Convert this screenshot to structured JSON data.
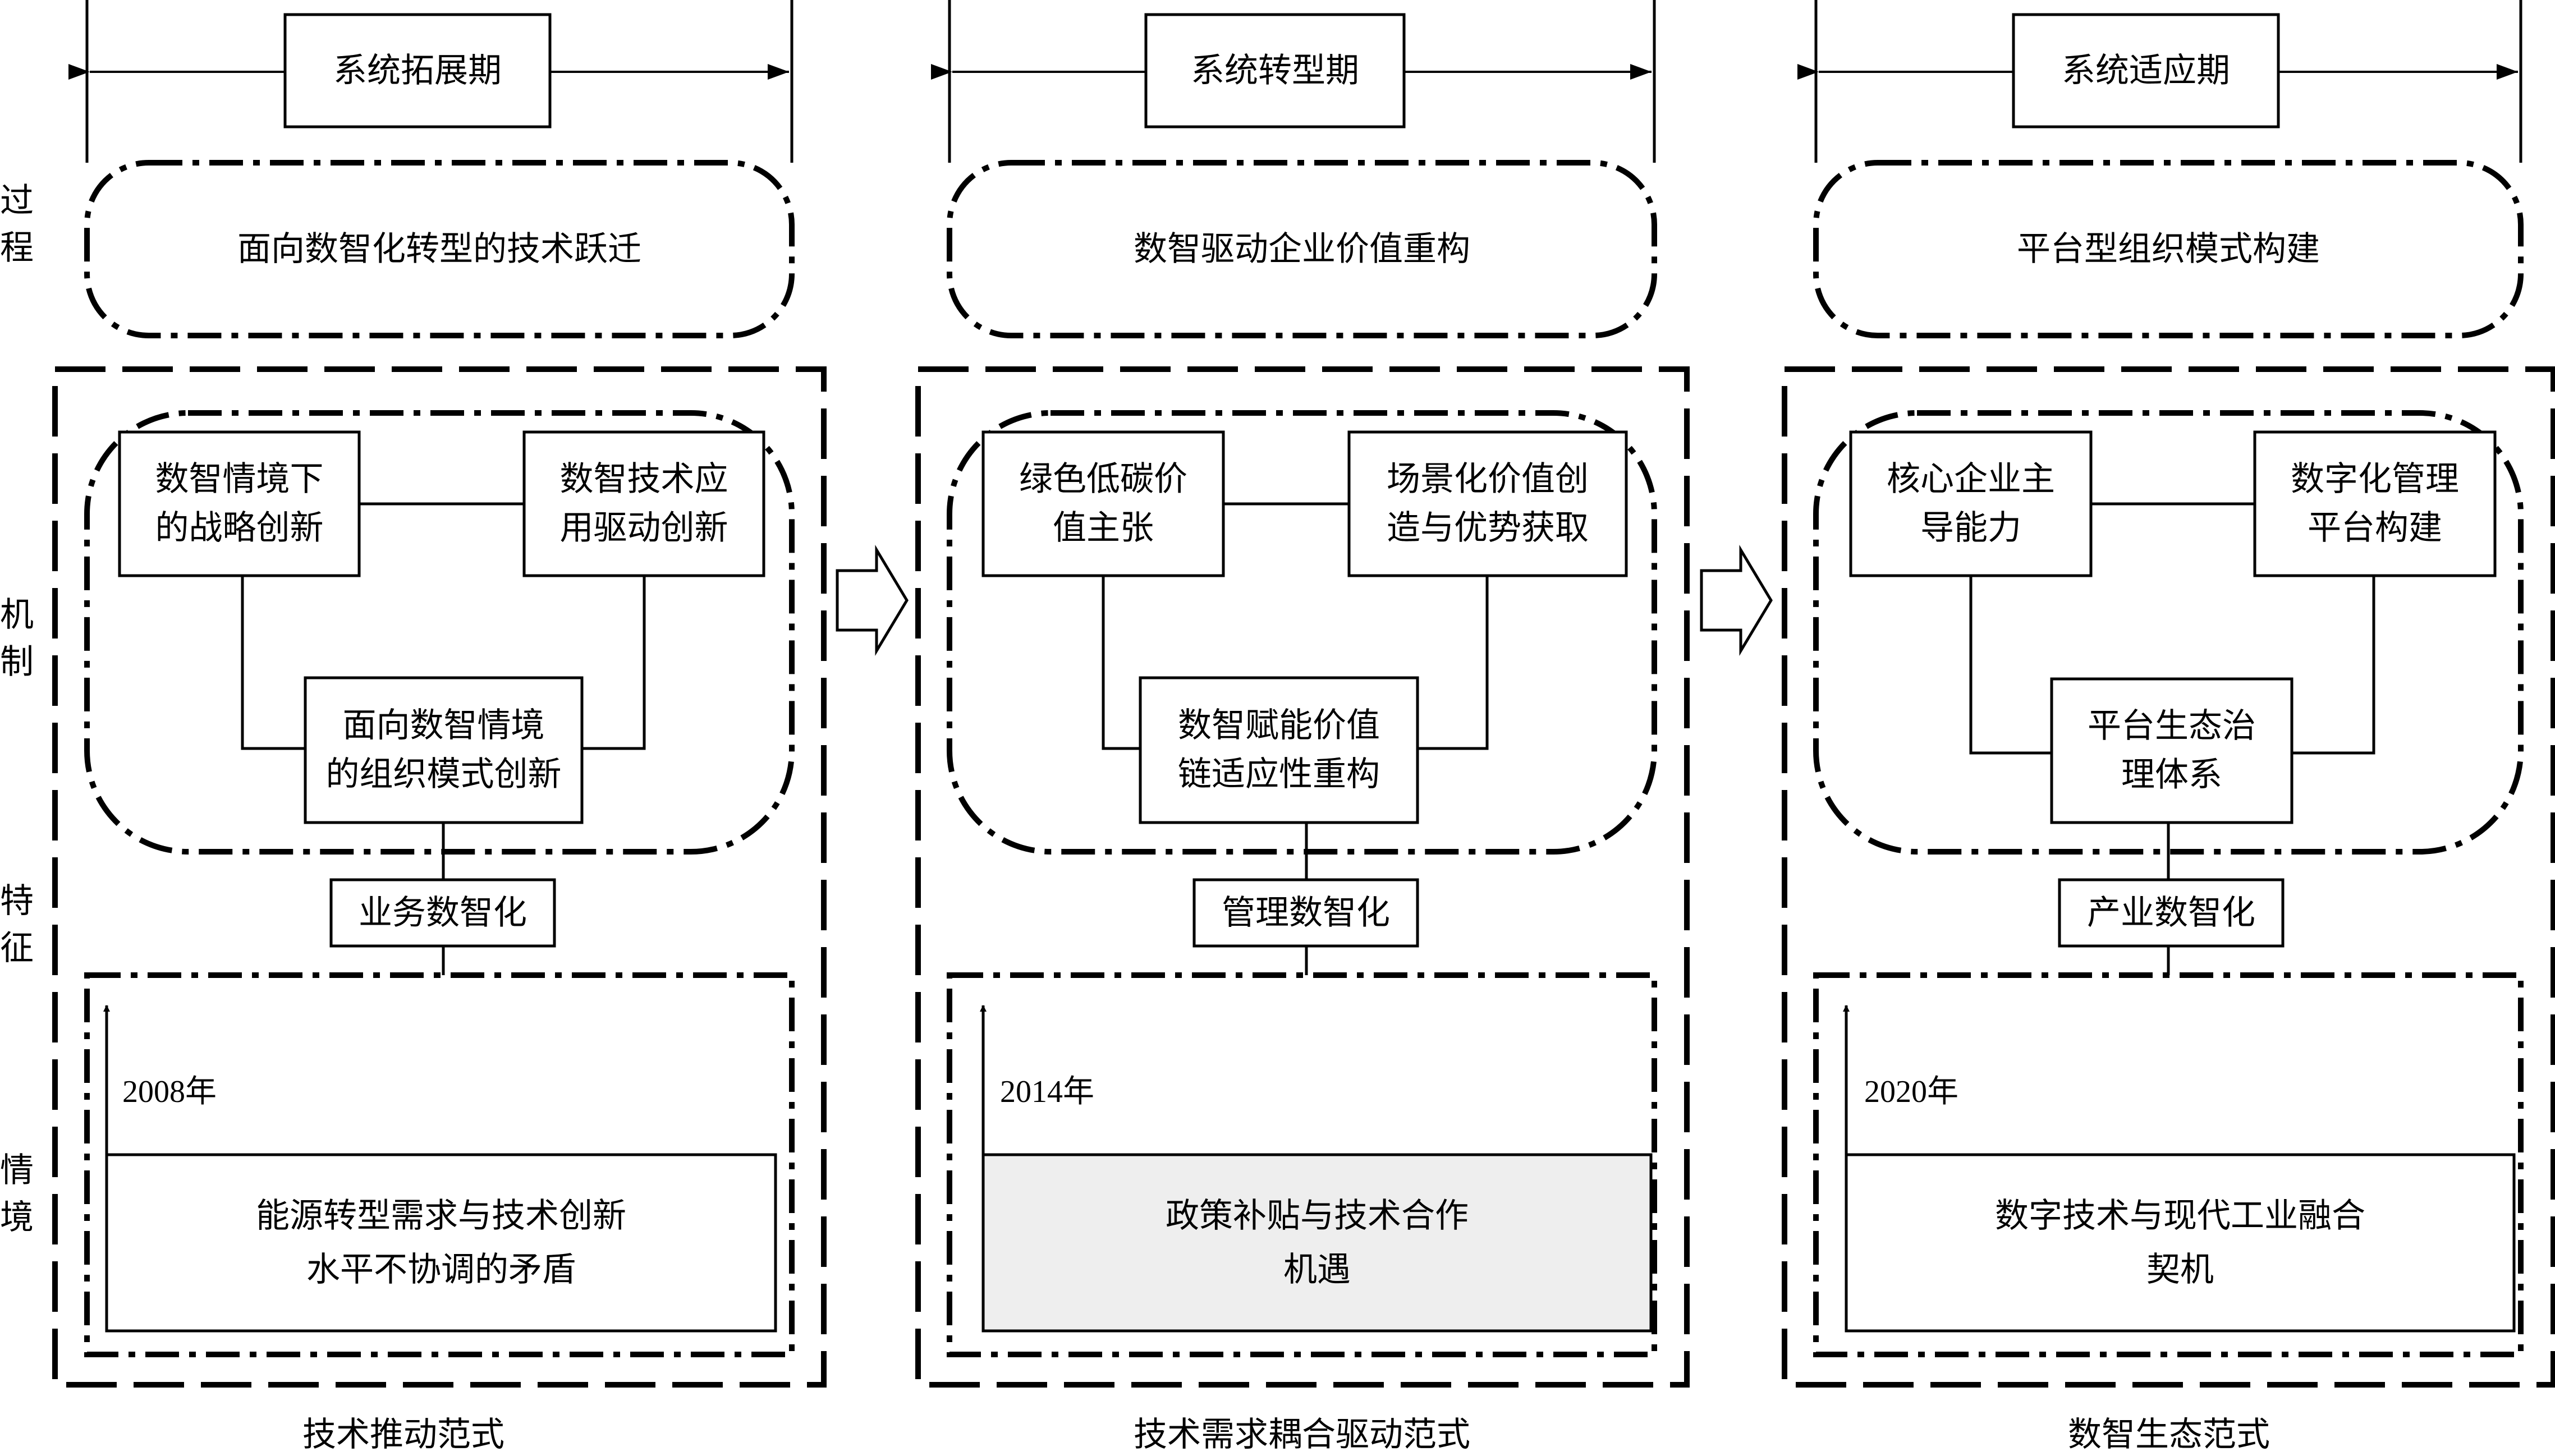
{
  "side_labels": {
    "process": "过程",
    "mechanism": "机制",
    "feature": "特征",
    "context": "情境"
  },
  "columns": [
    {
      "period": "系统拓展期",
      "process": "面向数智化转型的技术跃迁",
      "mechanism": {
        "left": "数智情境下\n的战略创新",
        "right": "数智技术应\n用驱动创新",
        "bottom": "面向数智情境\n的组织模式创新"
      },
      "feature": "业务数智化",
      "year": "2008年",
      "context": "能源转型需求与技术创新\n水平不协调的矛盾",
      "paradigm": "技术推动范式"
    },
    {
      "period": "系统转型期",
      "process": "数智驱动企业价值重构",
      "mechanism": {
        "left": "绿色低碳价\n值主张",
        "right": "场景化价值创\n造与优势获取",
        "bottom": "数智赋能价值\n链适应性重构"
      },
      "feature": "管理数智化",
      "year": "2014年",
      "context": "政策补贴与技术合作\n机遇",
      "paradigm": "技术需求耦合驱动范式"
    },
    {
      "period": "系统适应期",
      "process": "平台型组织模式构建",
      "mechanism": {
        "left": "核心企业主\n导能力",
        "right": "数字化管理\n平台构建",
        "bottom": "平台生态治\n理体系"
      },
      "feature": "产业数智化",
      "year": "2020年",
      "context": "数字技术与现代工业融合\n契机",
      "paradigm": "数智生态范式"
    }
  ],
  "colors": {
    "stroke": "#000000",
    "highlight_fill": "#eeeeee",
    "background": "#ffffff"
  }
}
